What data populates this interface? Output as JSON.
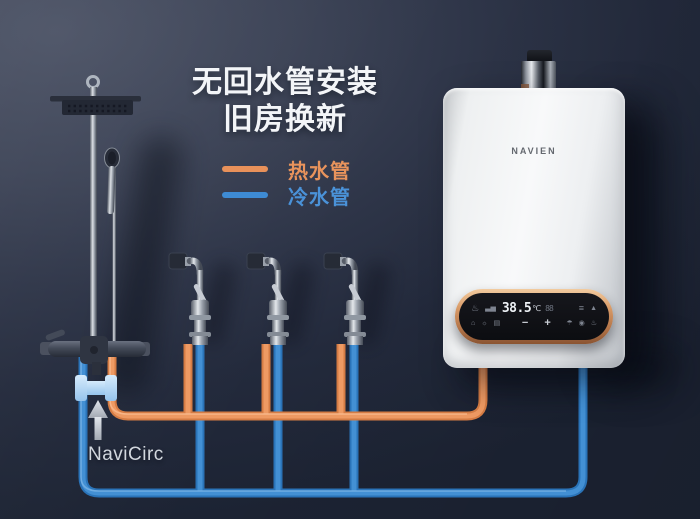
{
  "title": {
    "line1": "无回水管安装",
    "line2": "旧房换新"
  },
  "legend": {
    "hot": {
      "label": "热水管",
      "color": "#E8915A"
    },
    "cold": {
      "label": "冷水管",
      "color": "#3E8BD4"
    }
  },
  "navicirc": {
    "label": "NaviCirc",
    "device": "recirculation-valve",
    "arrow": "up-arrow",
    "valve_color": "#B7D9F4"
  },
  "pipes": {
    "hot_color": "#E8915A",
    "cold_color": "#2F7FC6"
  },
  "fixtures": {
    "shower_count": 1,
    "faucet_count": 3
  },
  "heater": {
    "brand": "NAVIEN",
    "body_color": "#F2F3F5",
    "panel": {
      "trim_color": "#C98E5F",
      "temperature": "38.5",
      "unit": "℃",
      "secondary": "88",
      "minus": "−",
      "plus": "+",
      "row1_left": [
        "♨",
        "▃▅"
      ],
      "row1_right": [
        "≡",
        "▲"
      ],
      "row2_left": [
        "⌂",
        "☼",
        "▤"
      ],
      "row2_right": [
        "☂",
        "◉",
        "♨"
      ],
      "icon_names": [
        "bath-icon",
        "signal-icon",
        "menu-icon",
        "up-icon",
        "home-icon",
        "sun-icon",
        "mode-icon",
        "shower-icon",
        "target-icon",
        "heat-icon"
      ]
    }
  },
  "background": {
    "wall_color_top_left": "#4A5164",
    "wall_color_bottom_right": "#1C2333"
  }
}
